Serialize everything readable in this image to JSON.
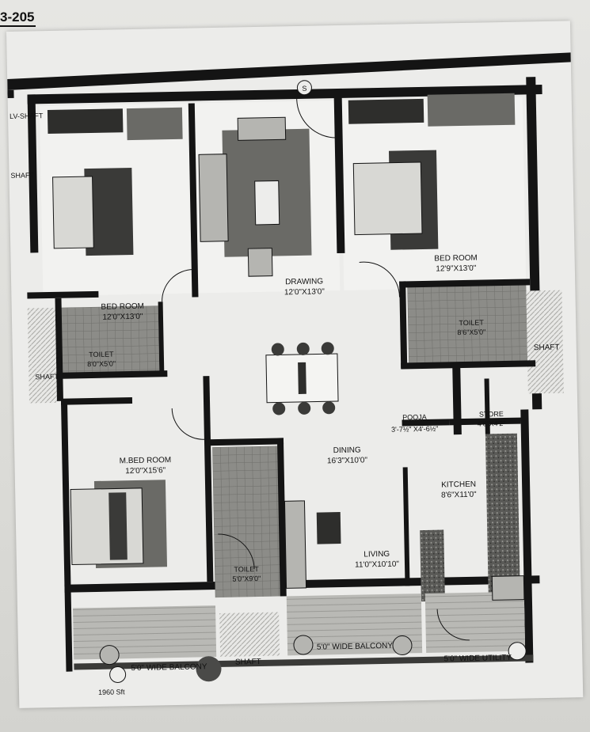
{
  "drawing_ref": "3-205",
  "north_marker": "S",
  "area_note": "1960 Sft",
  "rooms": {
    "lv_shaft": "LV-SHAFT",
    "shaft_left_top": "SHAFT",
    "bed_room_1": {
      "name": "BED ROOM",
      "dim": "12'0\"X13'0\""
    },
    "drawing": {
      "name": "DRAWING",
      "dim": "12'0\"X13'0\""
    },
    "bed_room_2": {
      "name": "BED ROOM",
      "dim": "12'9\"X13'0\""
    },
    "toilet_1": {
      "name": "TOILET",
      "dim": "8'0\"X5'0\""
    },
    "shaft_left_mid": "SHAFT",
    "toilet_2": {
      "name": "TOILET",
      "dim": "8'6\"X5'0\""
    },
    "shaft_right": "SHAFT",
    "pooja": {
      "name": "POOJA",
      "dim": "3'-7½\" X4'-6½\""
    },
    "store": {
      "name": "STORE",
      "dim": "4'6\"X4'2\""
    },
    "m_bed_room": {
      "name": "M.BED ROOM",
      "dim": "12'0\"X15'6\""
    },
    "dining": {
      "name": "DINING",
      "dim": "16'3\"X10'0\""
    },
    "kitchen": {
      "name": "KITCHEN",
      "dim": "8'6\"X11'0\""
    },
    "living": {
      "name": "LIVING",
      "dim": "11'0\"X10'10\""
    },
    "toilet_3": {
      "name": "TOILET",
      "dim": "5'0\"X9'0\""
    },
    "balcony_1": "5'0\" WIDE BALCONY",
    "shaft_bottom": "SHAFT",
    "balcony_2": "5'0\" WIDE BALCONY",
    "utility": "5'0\" WIDE UTILITY"
  },
  "colors": {
    "wall": "#141414",
    "floor_tile": "#8a8a86",
    "paper": "#ececea"
  }
}
